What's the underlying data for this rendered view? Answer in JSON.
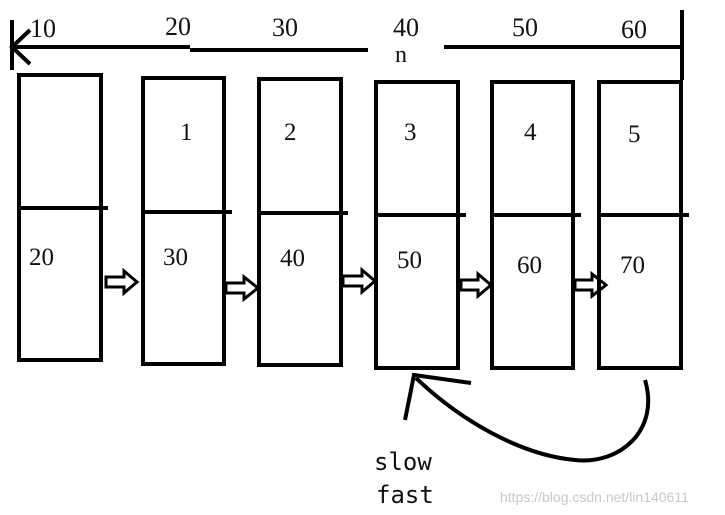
{
  "top_labels": [
    "10",
    "20",
    "30",
    "40",
    "50",
    "60"
  ],
  "n_label": "n",
  "nodes": [
    {
      "index": "",
      "value": "20"
    },
    {
      "index": "1",
      "value": "30"
    },
    {
      "index": "2",
      "value": "40"
    },
    {
      "index": "3",
      "value": "50"
    },
    {
      "index": "4",
      "value": "60"
    },
    {
      "index": "5",
      "value": "70"
    }
  ],
  "pointer_labels": {
    "slow": "slow",
    "fast": "fast"
  },
  "watermark": "https://blog.csdn.net/lin140611"
}
